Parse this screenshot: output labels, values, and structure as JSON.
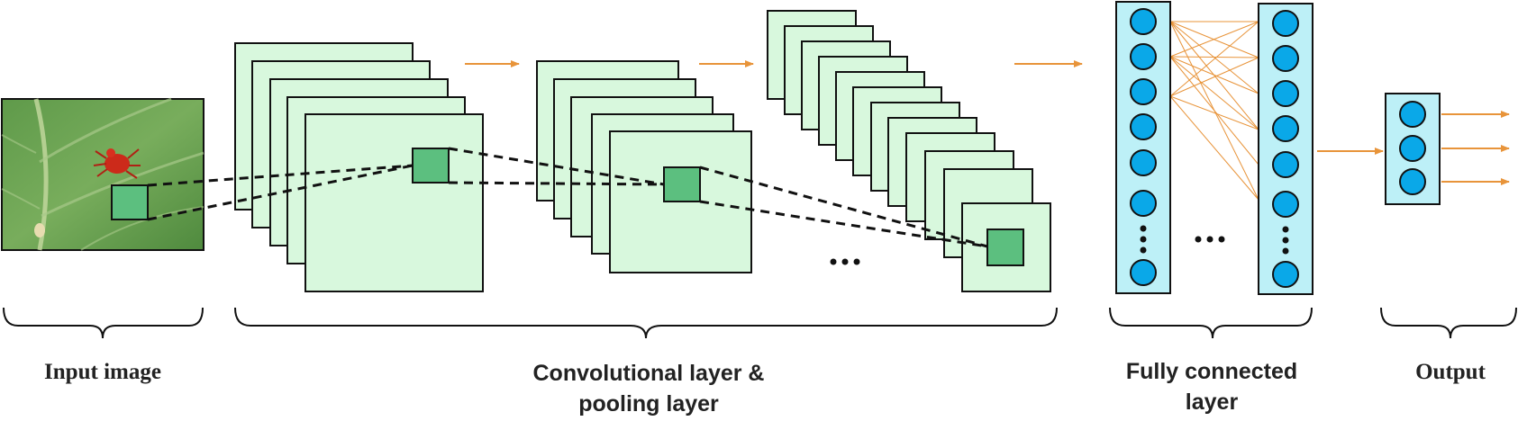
{
  "labels": {
    "input": "Input image",
    "conv_line1": "Convolutional layer &",
    "conv_line2": "pooling layer",
    "fc_line1": "Fully connected",
    "fc_line2": "layer",
    "output": "Output"
  },
  "colors": {
    "feature_map_fill": "#d8f8dd",
    "kernel_fill": "#5cbf7f",
    "neuron_fill": "#0aa8e8",
    "layer_box_fill": "#bdf0f7",
    "arrow": "#e8943a",
    "stroke": "#111111"
  },
  "icons": {
    "input_picture": "spider-mite-on-leaf-photo",
    "ellipsis": "ellipsis-dots"
  }
}
